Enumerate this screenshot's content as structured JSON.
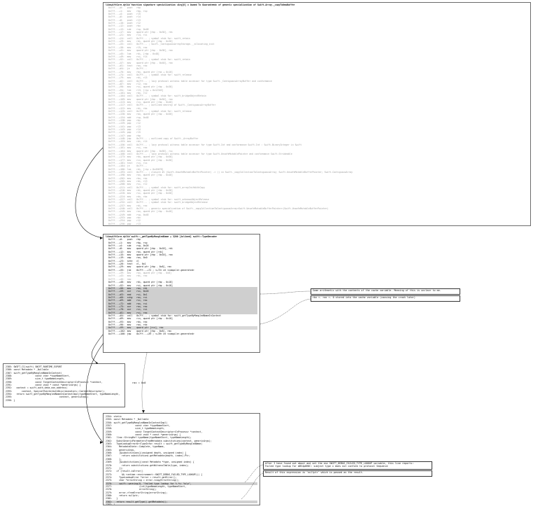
{
  "box_top": {
    "title": "libswiftCore.dylib`function signature specialization <Arg[0] = Owned To Guaranteed> of generic specialization of Swift.Array._copyToNewBuffer",
    "rows": [
      "  0x7ff...+0:   push   rbp",
      "  0x7ff...+1:   mov    rbp, rsp",
      "  0x7ff...+4:   push   r15",
      "  0x7ff...+6:   push   r14",
      "  0x7ff...+8:   push   r13",
      "  0x7ff...+10:  push   r12",
      "  0x7ff...+12:  push   rbx",
      "  0x7ff...+13:  sub    rsp, 0x48",
      "  0x7ff...+17:  mov    qword ptr [rbp - 0x30], rdi",
      "  0x7ff...+21:  mov    r14, rsi",
      "  0x7ff...+24:  call   0x7ff... ; symbol stub for: swift_retain",
      "  0x7ff...+29:  mov    rdi, qword ptr [rbp - 0x30]",
      "  0x7ff...+33:  call   0x7ff... ; Swift._ContiguousArrayStorage.__allocating_init",
      "  0x7ff...+38:  mov    r15, rax",
      "  0x7ff...+41:  mov    qword ptr [rbp - 0x38], rax",
      "  0x7ff...+45:  lea    rdi, [rbp - 0x48]",
      "  0x7ff...+49:  mov    rsi, r14",
      "  0x7ff...+52:  call   0x7ff... ; symbol stub for: swift_retain",
      "  0x7ff...+57:  mov    qword ptr [rbp - 0x40], rax",
      "  0x7ff...+61:  test   rax, rax",
      "  0x7ff...+64:  je     0x7ff...",
      "  0x7ff...+70:  mov    rbx, qword ptr [rax + 0x10]",
      "  0x7ff...+74:  call   0x7ff... ; symbol stub for: swift_release",
      "  0x7ff...+79:  mov    rdi, r15",
      "  0x7ff...+82:  call   0x7ff... ; lazy protocol witness table accessor for type Swift._ContiguousArrayBuffer and conformance",
      "  0x7ff...+87:  mov    r12, rax",
      "  0x7ff...+90:  mov    rsi, qword ptr [rbp - 0x38]",
      "  0x7ff...+94:  lea    r13, [rip + 0x12345]",
      "  0x7ff...+101: mov    rdx, r12",
      "  0x7ff...+104: call   0x7ff... ; symbol stub for: swift_bridgeObjectRetain",
      "  0x7ff...+109: mov    qword ptr [rbp - 0x50], rax",
      "  0x7ff...+113: mov    rcx, qword ptr [rbp - 0x40]",
      "  0x7ff...+117: call   0x7ff... ; outlined destroy of Swift._ContiguousArrayBuffer",
      "  0x7ff...+122: mov    rdi, rbx",
      "  0x7ff...+125: call   0x7ff... ; symbol stub for: swift_release",
      "  0x7ff...+130: mov    rax, qword ptr [rbp - 0x50]",
      "  0x7ff...+134: add    rsp, 0x48",
      "  0x7ff...+138: pop    rbx",
      "  0x7ff...+139: pop    r12",
      "  0x7ff...+141: pop    r13",
      "  0x7ff...+143: pop    r14",
      "  0x7ff...+145: pop    r15",
      "  0x7ff...+147: pop    rbp",
      "  0x7ff...+148: jmp    0x7ff... ; outlined copy of Swift._ArrayBuffer",
      "  0x7ff...+153: mov    rdi, r14",
      "  0x7ff...+156: call   0x7ff... ; lazy protocol witness table accessor for type Swift.Int and conformance Swift.Int : Swift.BinaryInteger in Swift",
      "  0x7ff...+161: mov    rsi, rax",
      "  0x7ff...+164: mov    qword ptr [rbp - 0x58], rsi",
      "  0x7ff...+168: call   0x7ff... ; lazy protocol witness table accessor for type Swift.UnsafeMutablePointer and conformance Swift.Strideable",
      "  0x7ff...+173: mov    rdx, qword ptr [rbp - 0x58]",
      "  0x7ff...+177: mov    rcx, qword ptr [rbp - 0x30]",
      "  0x7ff...+181: test   rcx, rcx",
      "  0x7ff...+184: je     0x7ff...",
      "  0x7ff...+186: lea    rdi, [rip + 0x45678]",
      "  0x7ff...+193: call   0x7ff... ; closure #1 (Swift.UnsafeMutableBufferPointer) -> () in Swift._copyCollectionToContiguousArray; Swift.UnsafeMutableBufferPointer; Swift.ContiguousArray",
      "  0x7ff...+198: mov    rax, qword ptr [rbp - 0x40]",
      "  0x7ff...+202: mov    rbx, rax",
      "  0x7ff...+205: mov    rdi, r13",
      "  0x7ff...+208: mov    rsi, r12",
      "  0x7ff...+211: call   0x7ff... ; symbol stub for: swift_arrayInitWithCopy",
      "  0x7ff...+216: mov    rdi, qword ptr [rbp - 0x38]",
      "  0x7ff...+220: mov    rsi, qword ptr [rbp - 0x50]",
      "  0x7ff...+224: mov    rdx, rbx",
      "  0x7ff...+227: call   0x7ff... ; symbol stub for: swift_unknownObjectRelease",
      "  0x7ff...+232: call   0x7ff... ; symbol stub for: swift_bridgeObjectRelease",
      "  0x7ff...+237: mov    rdi, rax",
      "  0x7ff...+240: call   0x7ff... ; generic specialization of Swift._copyCollectionToContiguousArray<Swift.UnsafeMutableBufferPointer>(Swift.UnsafeMutableBufferPointer)",
      "  0x7ff...+245: mov    rax, qword ptr [rbp - 0x40]",
      "  0x7ff...+249: add    rsp, 0x48",
      "  0x7ff...+253: pop    rbx",
      "  0x7ff...+254: pop    r12",
      "  0x7ff...+256: pop    r13",
      "  0x7ff...+258: pop    r14",
      "  0x7ff...+260: pop    rbp",
      "  0x7ff...+261: ret"
    ]
  },
  "box_mid": {
    "title": "libswiftCore.dylib`swift::_getTypeByMangledName + 3200 [inlined] swift::TypeDecoder",
    "rows": [
      {
        "t": "  0x7ff...+0:   push   rbp",
        "s": "dark"
      },
      {
        "t": "  0x7ff...+1:   mov    rbp, rsp",
        "s": "dark"
      },
      {
        "t": "  0x7ff...+4:   sub    rsp, 0x20",
        "s": "dark"
      },
      {
        "t": "  0x7ff...+8:   mov    qword ptr [rbp - 0x18], rdi",
        "s": "dark"
      },
      {
        "t": "  0x7ff...+12:  mov    rax, qword ptr [rdi]",
        "s": "dark"
      },
      {
        "t": "  0x7ff...+15:  mov    qword ptr [rbp - 0x10], rax",
        "s": "dark"
      },
      {
        "t": "  0x7ff...+19:  cmp    rax, 0x0",
        "s": "dark"
      },
      {
        "t": "  0x7ff...+23:  sete   cl",
        "s": "dark"
      },
      {
        "t": "  0x7ff...+26:  test   cl, 0x1",
        "s": "dark"
      },
      {
        "t": "  0x7ff...+29:  mov    qword ptr [rbp - 0x8], rax",
        "s": "dark"
      },
      {
        "t": "  0x7ff...+33:  jne    0x7ff...+72 ; <+72> at <compiler-generated>",
        "s": "dark"
      },
      {
        "t": "  0x7ff...+39:  mov    rax, qword ptr [rbp - 0x8]",
        "s": "faint"
      },
      {
        "t": "  0x7ff...+43:  mov    rdi, rax",
        "s": "faint"
      },
      {
        "t": "  0x7ff...+46:  nop",
        "s": "faint"
      },
      {
        "t": "  0x7ff...+48:  mov    rdi, qword ptr [rbp - 0x18]",
        "s": "dark"
      },
      {
        "t": "  0x7ff...+52:  mov    rsi, qword ptr [rbp - 0x18]",
        "s": "dark"
      },
      {
        "t": "  0x7ff...+56:  mov    rax, rdi",
        "s": "hl"
      },
      {
        "t": "  0x7ff...+59:  xor    rsi, 0x20",
        "s": "hl"
      },
      {
        "t": "  0x7ff...+63:  and    rsi, 0x1",
        "s": "hl"
      },
      {
        "t": "  0x7ff...+66:  xchg   rax, rsi",
        "s": "hl"
      },
      {
        "t": "  0x7ff...+69:  add    rsi, rax",
        "s": "hl"
      },
      {
        "t": "  0x7ff...+72:  add    rax, rsi",
        "s": "hl"
      },
      {
        "t": "  0x7ff...+75:  xor    rax, rax",
        "s": "hl"
      },
      {
        "t": "  0x7ff...+78:  xor    rsi, rsi",
        "s": "hl"
      },
      {
        "t": "  0x7ff...+81:  mov    rsi, rax",
        "s": "hl"
      },
      {
        "t": "  0x7ff...+84:  call   0x7ff... ; symbol stub for: swift_getTypeByMangledNameInContext",
        "s": "dark"
      },
      {
        "t": "  0x7ff...+89:  mov    rcx, qword ptr [rbp - 0x10]",
        "s": "dark"
      },
      {
        "t": "  0x7ff...+93:  mov    rdx, rax",
        "s": "dark"
      },
      {
        "t": "  0x7ff...+96:  mov    rax, rdx",
        "s": "dark"
      },
      {
        "t": "  0x7ff...+99:  mov    qword ptr [rcx], rax",
        "s": "hl2"
      },
      {
        "t": "  0x7ff...+102: mov    qword ptr [rbp - 0x8], rax",
        "s": "dark"
      },
      {
        "t": "  0x7ff...+106: jmp    0x7ff...+39 ; <+39> at <compiler-generated>",
        "s": "dark"
      }
    ]
  },
  "box_left": {
    "rows": [
      "2385: SWIFT_CC(swift) SWIFT_RUNTIME_EXPORT",
      "2386: const Metadata * _Nullable",
      "2387: swift_getTypeByMangledNameInContext(",
      "2388:                 const char *typeNameStart,",
      "2389:                 size_t typeNameLength,",
      "2390:                 const TargetContextDescriptor<InProcess> *context,",
      "2391:                 const void * const *genericArgs) {",
      "2392:   context = swift_auth_data_non_address(",
      "2393:       context, SpecialPointerAuthDiscriminators::ContextDescriptor);",
      "2394:   return swift_getTypeByMangledNameInContextImpl(typeNameStart, typeNameLength,",
      "2395:                                   context, genericArgs);",
      "2396: }"
    ]
  },
  "box_bottom": {
    "rows": [
      {
        "t": "2354: static",
        "s": "dark"
      },
      {
        "t": "2355: const Metadata * _Nullable",
        "s": "dark"
      },
      {
        "t": "2356: swift_getTypeByMangledNameInContextImpl(",
        "s": "dark"
      },
      {
        "t": "2357:                 const char *typeNameStart,",
        "s": "dark"
      },
      {
        "t": "2358:                 size_t typeNameLength,",
        "s": "dark"
      },
      {
        "t": "2359:                 const TargetContextDescriptor<InProcess> *context,",
        "s": "dark"
      },
      {
        "t": "2360:                 const void * const *genericArgs) {",
        "s": "dark"
      },
      {
        "t": "2361:   llvm::StringRef typeName(typeNameStart, typeNameLength);",
        "s": "dark"
      },
      {
        "t": "2362:   SubstGenericParametersFromMetadata substitutions(context, genericArgs);",
        "s": "dark"
      },
      {
        "t": "2363:   TypeLookupErrorOr<TypeInfo> result = swift_getTypeByMangledName(",
        "s": "dark"
      },
      {
        "t": "2364:     MetadataState::Complete, typeName,",
        "s": "dark"
      },
      {
        "t": "2365:     genericArgs,",
        "s": "dark"
      },
      {
        "t": "2366:     [&substitutions](unsigned depth, unsigned index) {",
        "s": "dark"
      },
      {
        "t": "2367:       return substitutions.getMetadata(depth, index).Ptr;",
        "s": "dark"
      },
      {
        "t": "2368:     },",
        "s": "dark"
      },
      {
        "t": "2369:     [&substitutions](const Metadata *type, unsigned index) {",
        "s": "dark"
      },
      {
        "t": "2370:       return substitutions.getWitnessTable(type, index);",
        "s": "dark"
      },
      {
        "t": "2371:     });",
        "s": "dark"
      },
      {
        "t": "2372:   if (result.isError()",
        "s": "dark"
      },
      {
        "t": "2373:       && runtime::environment::SWIFT_DEBUG_FAILED_TYPE_LOOKUP()) {",
        "s": "dark"
      },
      {
        "t": "2374:     TypeLookupError *error = result.getError();",
        "s": "dark"
      },
      {
        "t": "2375:     char *errorString = error->copyErrorString();",
        "s": "dark"
      },
      {
        "t": "2376:     swift::warning(0, \"failed type lookup for %.*s: %s\\n\",",
        "s": "hl"
      },
      {
        "t": "2377:                    (int)typeNameLength, typeNameStart,",
        "s": "dark"
      },
      {
        "t": "2378:                    errorString);",
        "s": "dark"
      },
      {
        "t": "2379:     error->freeErrorString(errorString);",
        "s": "dark"
      },
      {
        "t": "2380:     return nullptr;",
        "s": "dark"
      },
      {
        "t": "2381:   }",
        "s": "dark"
      },
      {
        "t": "2382:   return result.getType().getMetadata();",
        "s": "hl"
      },
      {
        "t": "2383: }",
        "s": "dark"
      }
    ]
  },
  "notes": {
    "mid_1": "Some arithmetic with the contents of the cache variable. Meaning of this is unclear to me.",
    "mid_2": "rbx <- rax <- 0 stored into the cache variable (causing the crash later)",
    "bottom_1": "After I have found out about and set the env SWIFT_DEBUG_FAILED_TYPE_LOOKUP variable, this line reports:\nFailed type lookup for mBS4pDH0C: subject type x does not conform to protocol Sequence",
    "bottom_2": "Result of this expression is `nullptr` which is passed as the result."
  },
  "edge_label": "rax = 0x0"
}
